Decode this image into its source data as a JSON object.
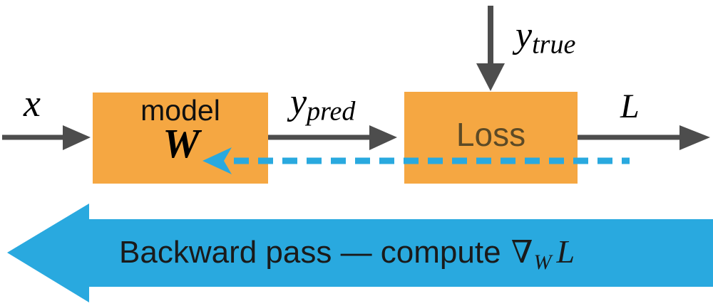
{
  "colors": {
    "box_orange": "#F5A742",
    "arrow_gray": "#4D4D4D",
    "blue": "#29A9DF",
    "loss_text": "#5C4A26",
    "text_dark": "#1A1A1A"
  },
  "model_box": {
    "title": "model",
    "param": "W"
  },
  "loss_box": {
    "title": "Loss"
  },
  "labels": {
    "input": "x",
    "pred_base": "y",
    "pred_sub": "pred",
    "true_base": "y",
    "true_sub": "true",
    "output": "L"
  },
  "backward": {
    "prefix": "Backward pass — compute",
    "nabla": "∇",
    "grad_sub": "W",
    "grad_var": "L"
  }
}
